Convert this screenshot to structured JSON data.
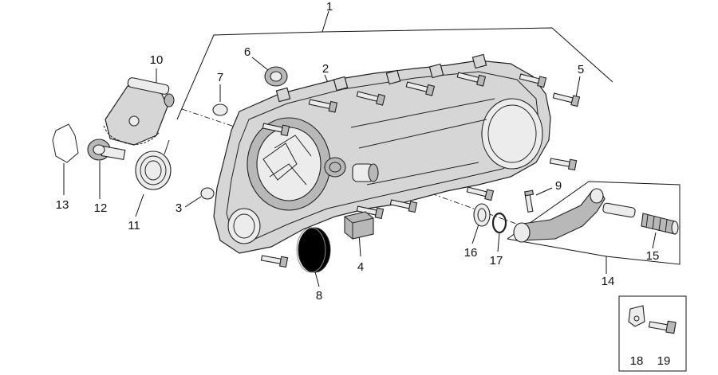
{
  "colors": {
    "line": "#222222",
    "part": "#d6d6d6",
    "part_dark": "#b8b8b8",
    "label": "#111111",
    "black_disc": "#000000"
  },
  "labels": {
    "p1": "1",
    "p2": "2",
    "p3": "3",
    "p4": "4",
    "p5": "5",
    "p6": "6",
    "p7": "7",
    "p8": "8",
    "p9": "9",
    "p10": "10",
    "p11": "11",
    "p12": "12",
    "p13": "13",
    "p14": "14",
    "p15": "15",
    "p16": "16",
    "p17": "17",
    "p18": "18",
    "p19": "19"
  }
}
